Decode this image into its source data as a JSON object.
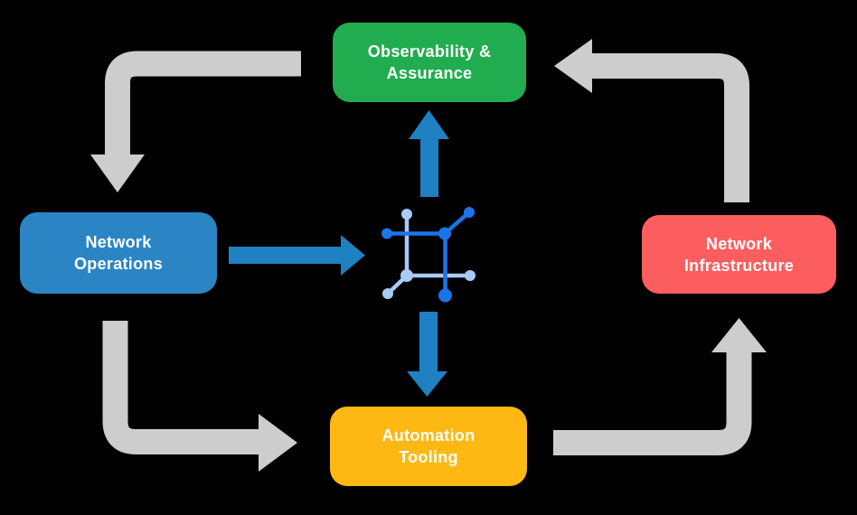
{
  "background": "#000000",
  "nodes": {
    "observability": {
      "label": "Observability &\nAssurance",
      "color": "#21ad4f"
    },
    "operations": {
      "label": "Network\nOperations",
      "color": "#2b85c4"
    },
    "infrastructure": {
      "label": "Network\nInfrastructure",
      "color": "#fc5e5f"
    },
    "automation": {
      "label": "Automation\nTooling",
      "color": "#fdb813"
    }
  },
  "center_icon": {
    "name": "network-mesh-icon"
  },
  "colors": {
    "arrow_gray": "#cdcdcd",
    "arrow_blue": "#1f81c2",
    "icon_dark_blue": "#1b75e8",
    "icon_light_blue": "#a9caf7",
    "label_text": "#ffffff"
  },
  "edges": [
    {
      "from": "observability",
      "to": "operations",
      "style": "gray-elbow"
    },
    {
      "from": "operations",
      "to": "automation",
      "style": "gray-elbow"
    },
    {
      "from": "automation",
      "to": "infrastructure",
      "style": "gray-elbow"
    },
    {
      "from": "infrastructure",
      "to": "observability",
      "style": "gray-elbow"
    },
    {
      "from": "operations",
      "to": "center-icon",
      "style": "blue-straight"
    },
    {
      "from": "center-icon",
      "to": "observability",
      "style": "blue-straight"
    },
    {
      "from": "center-icon",
      "to": "automation",
      "style": "blue-straight"
    }
  ]
}
